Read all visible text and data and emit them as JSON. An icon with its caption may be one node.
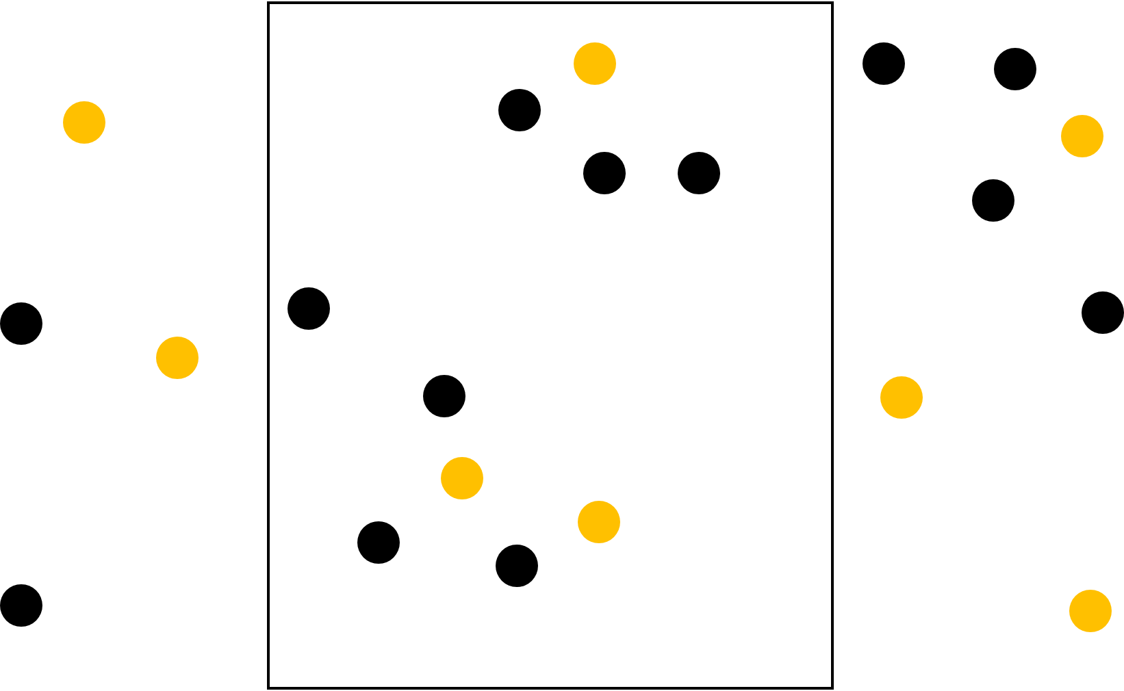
{
  "diagram": {
    "nodes": [
      {
        "text": [],
        "shape": "circle"
      },
      {
        "text": [],
        "shape": "circle"
      },
      {
        "text": [],
        "shape": "circle"
      },
      {
        "text": [],
        "shape": "circle"
      },
      {
        "text": [],
        "shape": "box"
      },
      {
        "text": [],
        "shape": "circle",
        "in": 4
      },
      {
        "text": [],
        "shape": "circle",
        "in": 4
      },
      {
        "text": [],
        "shape": "circle",
        "in": 4
      },
      {
        "text": [],
        "shape": "circle",
        "in": 4
      },
      {
        "text": [],
        "shape": "circle",
        "in": 4
      },
      {
        "text": [],
        "shape": "circle",
        "in": 4
      },
      {
        "text": [],
        "shape": "circle",
        "in": 4
      },
      {
        "text": [],
        "shape": "circle",
        "in": 4
      },
      {
        "text": [],
        "shape": "circle",
        "in": 4
      },
      {
        "text": [],
        "shape": "circle",
        "in": 4
      },
      {
        "text": [],
        "shape": "circle"
      },
      {
        "text": [],
        "shape": "circle"
      },
      {
        "text": [],
        "shape": "circle"
      },
      {
        "text": [],
        "shape": "circle"
      },
      {
        "text": [],
        "shape": "circle"
      },
      {
        "text": [],
        "shape": "circle"
      },
      {
        "text": [],
        "shape": "circle"
      }
    ]
  }
}
